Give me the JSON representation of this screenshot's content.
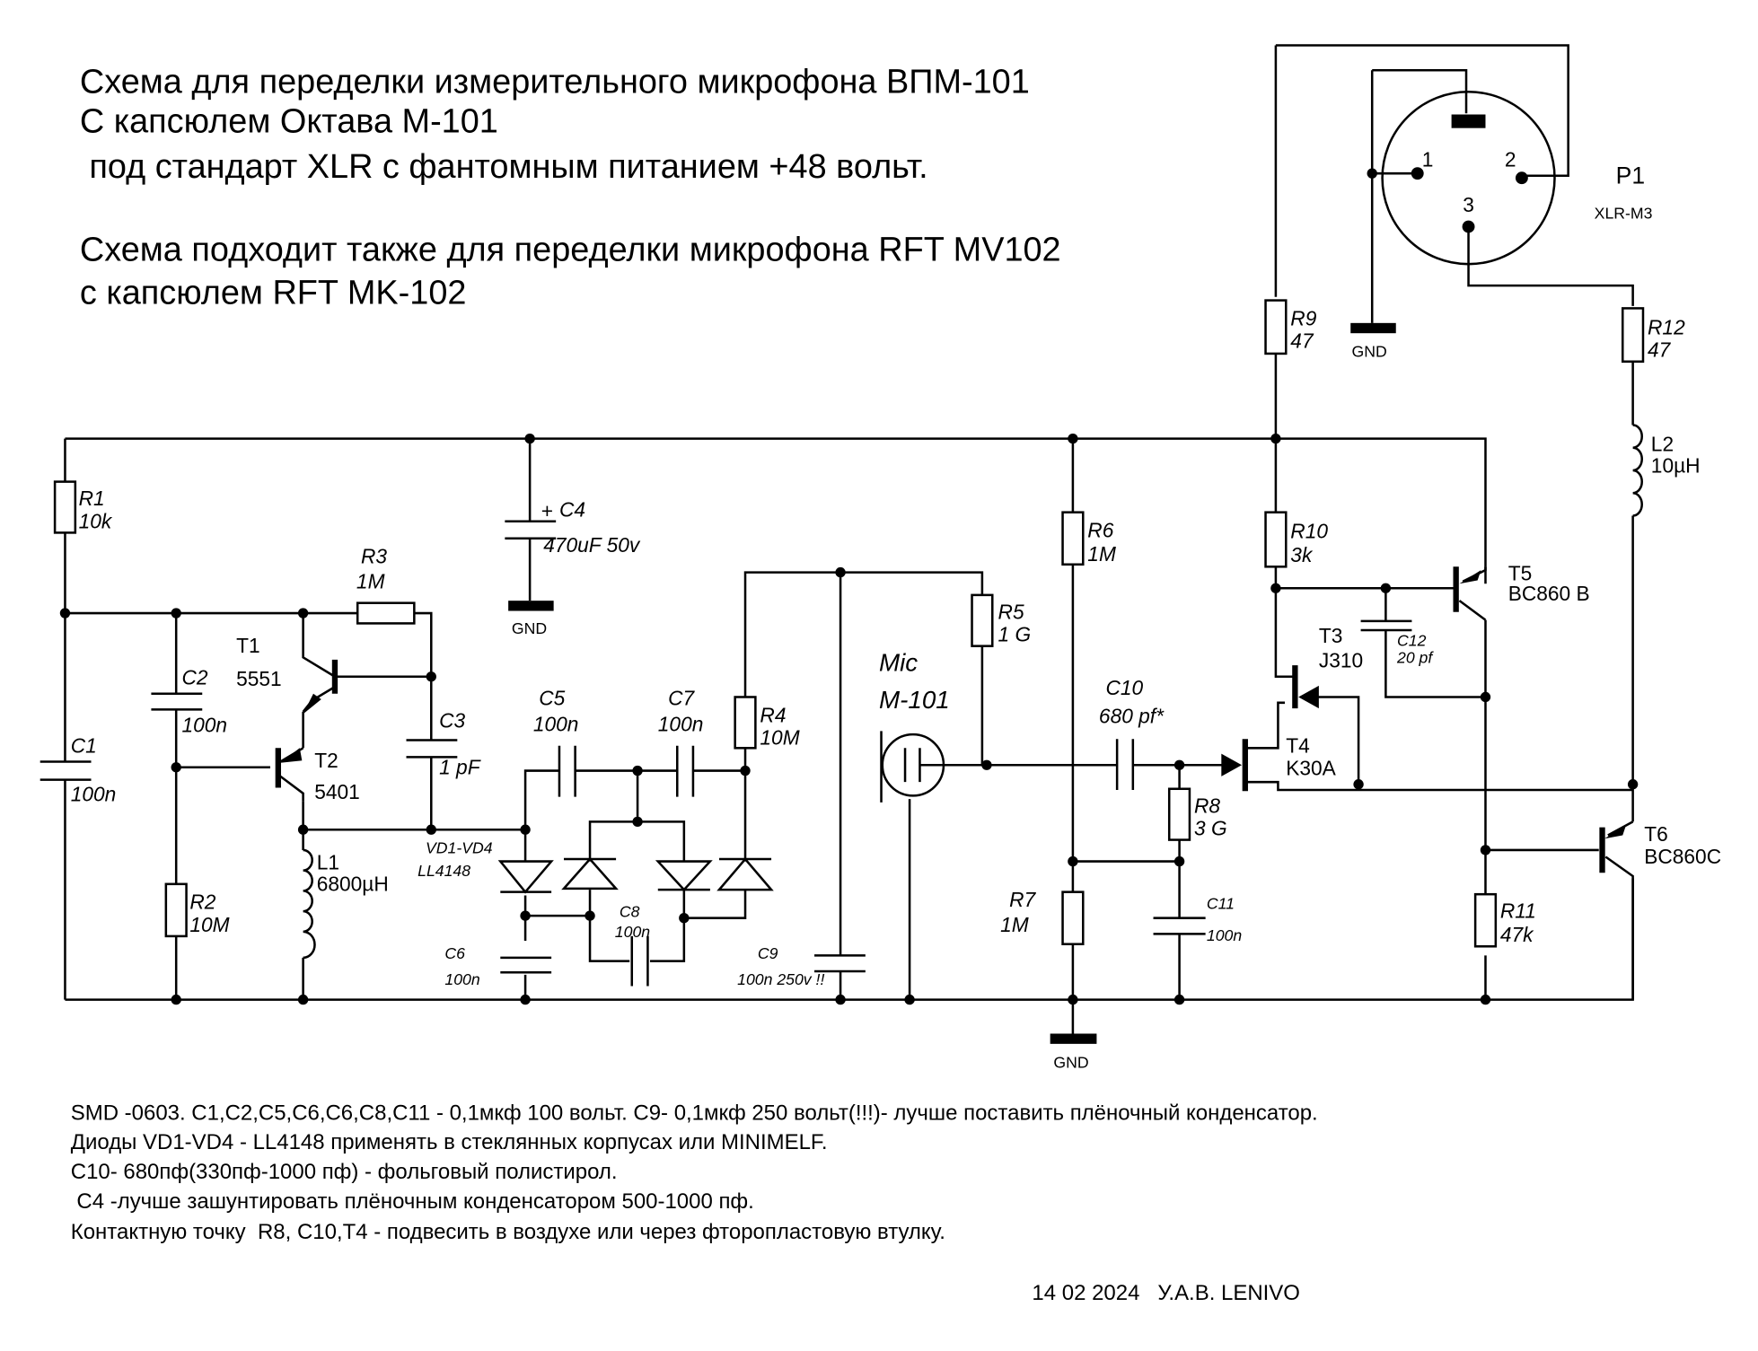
{
  "title": {
    "lines": [
      "Схема для переделки измерительного микрофона ВПМ-101",
      "С капсюлем Октава М-101",
      " под стандарт XLR с фантомным питанием +48 вольт.",
      "Схема подходит также для переделки микрофона RFT MV102",
      "с капсюлем RFT MK-102"
    ]
  },
  "connector": {
    "ref": "P1",
    "type": "XLR-M3",
    "pins": [
      "1",
      "2",
      "3"
    ]
  },
  "gnd_label": "GND",
  "components": {
    "R1": {
      "ref": "R1",
      "value": "10k"
    },
    "R2": {
      "ref": "R2",
      "value": "10M"
    },
    "R3": {
      "ref": "R3",
      "value": "1M"
    },
    "R4": {
      "ref": "R4",
      "value": "10M"
    },
    "R5": {
      "ref": "R5",
      "value": "1 G"
    },
    "R6": {
      "ref": "R6",
      "value": "1M"
    },
    "R7": {
      "ref": "R7",
      "value": "1M"
    },
    "R8": {
      "ref": "R8",
      "value": "3 G"
    },
    "R9": {
      "ref": "R9",
      "value": "47"
    },
    "R10": {
      "ref": "R10",
      "value": "3k"
    },
    "R11": {
      "ref": "R11",
      "value": "47k"
    },
    "R12": {
      "ref": "R12",
      "value": "47"
    },
    "C1": {
      "ref": "C1",
      "value": "100n"
    },
    "C2": {
      "ref": "C2",
      "value": "100n"
    },
    "C3": {
      "ref": "C3",
      "value": "1 pF"
    },
    "C4": {
      "ref": "C4",
      "value": "470uF 50v",
      "polarity": "+"
    },
    "C5": {
      "ref": "C5",
      "value": "100n"
    },
    "C6": {
      "ref": "C6",
      "value": "100n"
    },
    "C7": {
      "ref": "C7",
      "value": "100n"
    },
    "C8": {
      "ref": "C8",
      "value": "100n"
    },
    "C9": {
      "ref": "C9",
      "value": "100n 250v !!"
    },
    "C10": {
      "ref": "C10",
      "value": "680 pf*"
    },
    "C11": {
      "ref": "C11",
      "value": "100n"
    },
    "C12": {
      "ref": "C12",
      "value": "20 pf"
    },
    "L1": {
      "ref": "L1",
      "value": "6800µH"
    },
    "L2": {
      "ref": "L2",
      "value": "10µH"
    },
    "T1": {
      "ref": "T1",
      "value": "5551"
    },
    "T2": {
      "ref": "T2",
      "value": "5401"
    },
    "T3": {
      "ref": "T3",
      "value": "J310"
    },
    "T4": {
      "ref": "T4",
      "value": "K30A"
    },
    "T5": {
      "ref": "T5",
      "value": "BC860 B"
    },
    "T6": {
      "ref": "T6",
      "value": "BC860C"
    },
    "VD": {
      "ref": "VD1-VD4",
      "value": "LL4148"
    },
    "MIC": {
      "ref": "Mic",
      "value": "M-101"
    }
  },
  "notes": [
    "SMD -0603. C1,C2,C5,C6,C6,C8,C11 - 0,1мкф 100 вольт. C9- 0,1мкф 250 вольт(!!!)- лучше поставить плёночный конденсатор.",
    "Диоды VD1-VD4 -  LL4148 применять в стеклянных корпусах или MINIMELF.",
    "С10- 680пф(330пф-1000 пф) - фольговый полистирол.",
    " С4 -лучше зашунтировать плёночным конденсатором 500-1000 пф.",
    "Контактную точку  R8, С10,Т4 - подвесить в воздухе или через фторопластовую втулку."
  ],
  "signature": "14 02 2024   У.А.В. LENIVO"
}
